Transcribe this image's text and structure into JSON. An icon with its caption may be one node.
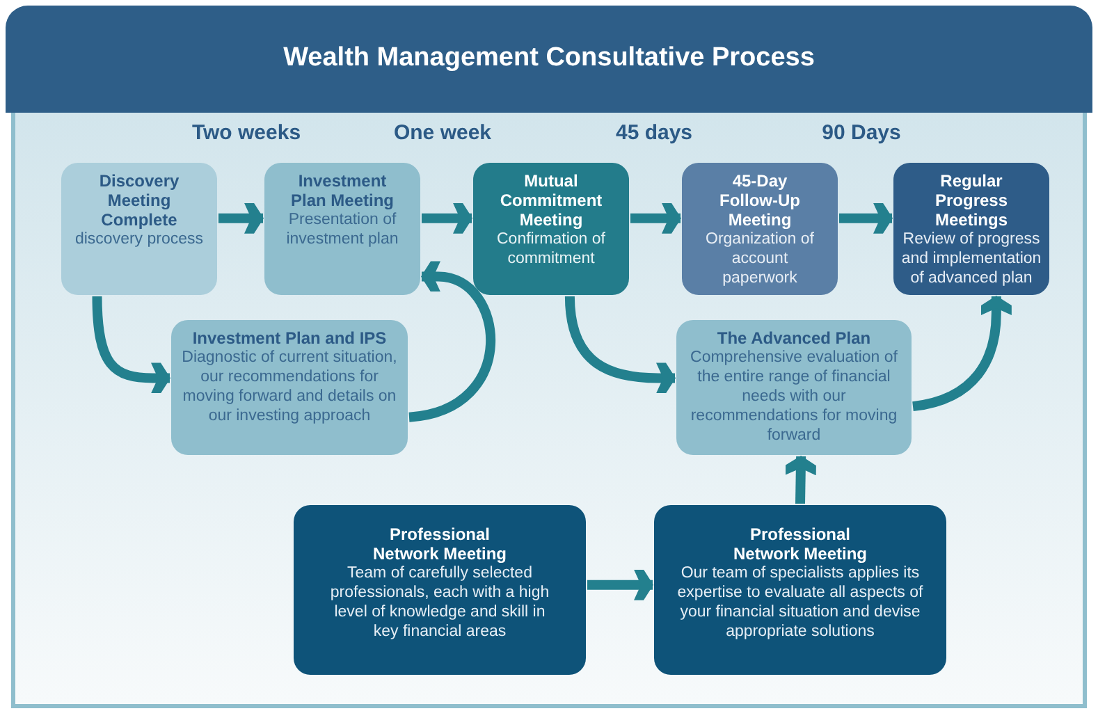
{
  "diagram": {
    "title": "Wealth Management Consultative Process",
    "nodes": [
      {
        "text": [
          "Discovery Meeting Complete",
          "discovery process"
        ]
      },
      {
        "text": [
          "Investment Plan Meeting",
          "Presentation of investment plan"
        ]
      },
      {
        "text": [
          "Mutual Commitment Meeting",
          "Confirmation of commitment"
        ]
      },
      {
        "text": [
          "45-Day Follow-Up Meeting",
          "Organization of account paperwork"
        ]
      },
      {
        "text": [
          "Regular Progress Meetings",
          "Review of progress and implementation of advanced plan"
        ]
      },
      {
        "text": [
          "Investment Plan and IPS",
          "Diagnostic of current situation, our recommendations for moving forward and details on our investing approach"
        ]
      },
      {
        "text": [
          "The Advanced Plan",
          "Comprehensive evaluation of the entire range of financial needs with our recommendations for moving forward"
        ]
      },
      {
        "text": [
          "Professional Network Meeting",
          "Team of carefully selected professionals, each with a high level of knowledge and skill in key financial areas"
        ]
      },
      {
        "text": [
          "Professional Network Meeting",
          "Our team of specialists applies its expertise to evaluate all aspects of your financial situation and devise appropriate solutions"
        ]
      }
    ],
    "edges": [
      {
        "from": 0,
        "to": 1,
        "arrow": "to"
      },
      {
        "from": 1,
        "to": 2,
        "arrow": "to"
      },
      {
        "from": 2,
        "to": 3,
        "arrow": "to"
      },
      {
        "from": 3,
        "to": 4,
        "arrow": "to"
      },
      {
        "from": 0,
        "to": 5,
        "arrow": "to"
      },
      {
        "from": 5,
        "to": 1,
        "arrow": "to"
      },
      {
        "from": 2,
        "to": 6,
        "arrow": "to"
      },
      {
        "from": 6,
        "to": 4,
        "arrow": "to"
      },
      {
        "from": 7,
        "to": 8,
        "arrow": "to"
      },
      {
        "from": 8,
        "to": 6,
        "arrow": "to"
      }
    ],
    "labels": [
      "Two weeks",
      "One week",
      "45 days",
      "90 Days"
    ]
  }
}
